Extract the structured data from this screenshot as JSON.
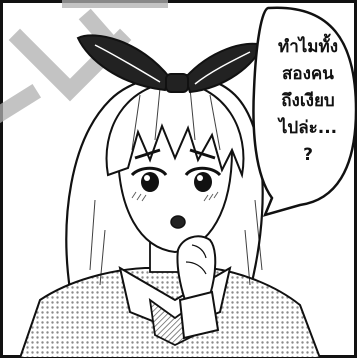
{
  "speech_bubble": {
    "lines": [
      "ทำไมทั้ง",
      "สองคน",
      "ถึงเงียบ",
      "ไปล่ะ...",
      "?"
    ]
  },
  "watermark": {
    "text": "ภาษาไทย"
  },
  "colors": {
    "ink": "#111111",
    "paper": "#ffffff",
    "screentone": "#d8d8d8",
    "watermark": "#b0b0b0"
  }
}
